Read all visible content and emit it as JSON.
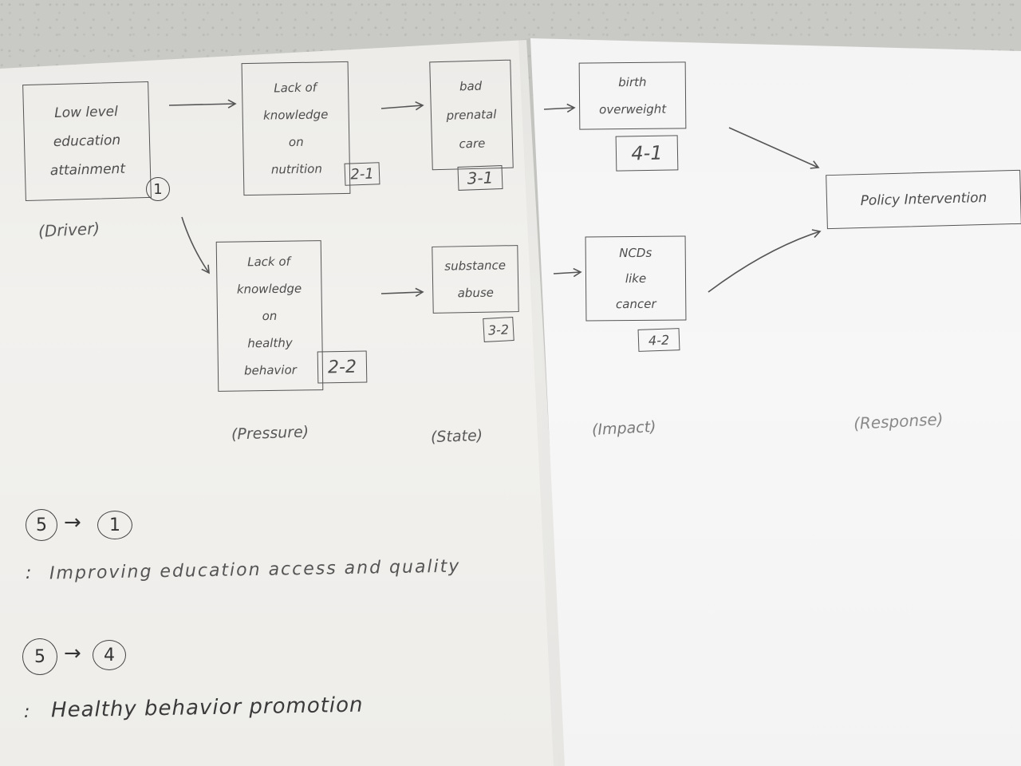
{
  "boxes": {
    "driver": [
      "Low level",
      "education",
      "attainment"
    ],
    "pressure_1": [
      "Lack of",
      "knowledge",
      "on",
      "nutrition"
    ],
    "pressure_2": [
      "Lack of",
      "knowledge",
      "on",
      "healthy",
      "behavior"
    ],
    "state_1": [
      "bad",
      "prenatal",
      "care"
    ],
    "state_2": [
      "substance",
      "abuse"
    ],
    "impact_1": [
      "birth",
      "overweight"
    ],
    "impact_2": [
      "NCDs",
      "like",
      "cancer"
    ],
    "response": [
      "Policy Intervention"
    ]
  },
  "tags": {
    "driver": "1",
    "pressure_1": "2-1",
    "pressure_2": "2-2",
    "state_1": "3-1",
    "state_2": "3-2",
    "impact_1": "4-1",
    "impact_2": "4-2"
  },
  "stages": {
    "driver": "(Driver)",
    "pressure": "(Pressure)",
    "state": "(State)",
    "impact": "(Impact)",
    "response": "(Response)"
  },
  "notes": [
    {
      "from": "5",
      "arrow": "→",
      "to": "1",
      "prefix": ":",
      "text": "Improving education access and quality"
    },
    {
      "from": "5",
      "arrow": "→",
      "to": "4",
      "prefix": ":",
      "text": "Healthy behavior promotion"
    }
  ]
}
